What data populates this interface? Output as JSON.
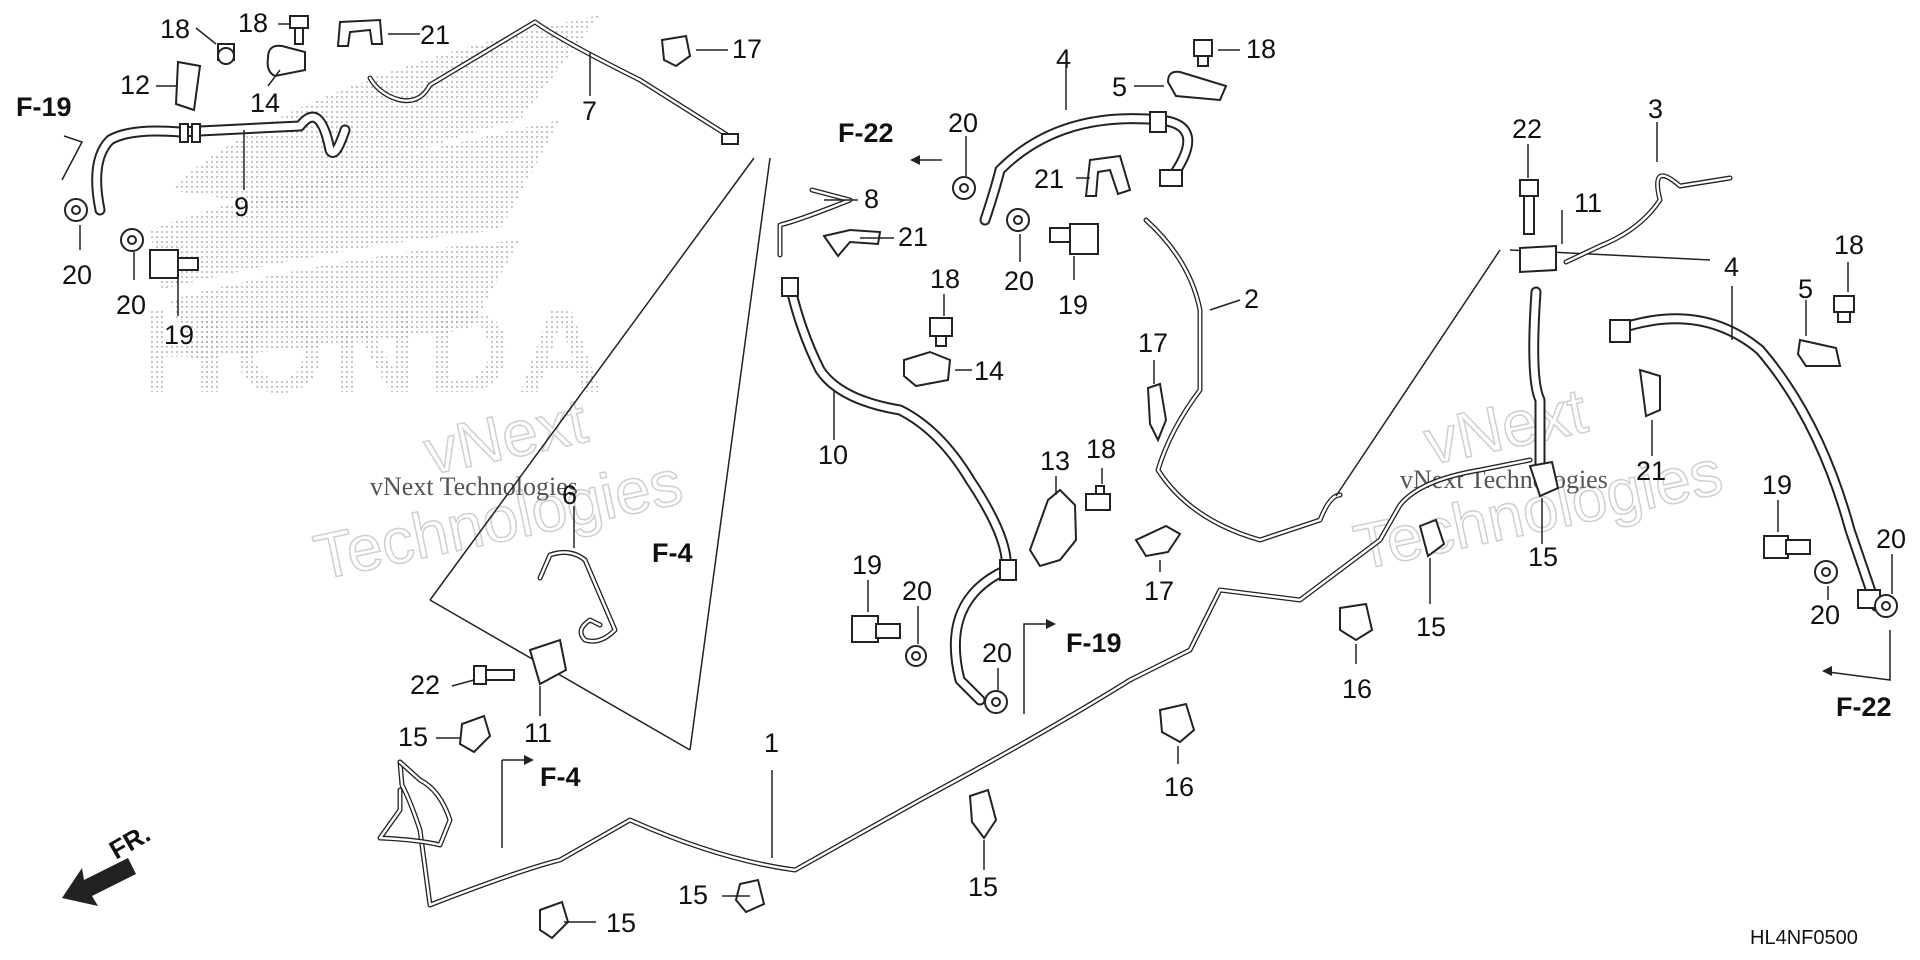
{
  "diagram_code": "HL4NF0500",
  "direction_label": "FR.",
  "brand_text": "HONDA",
  "watermark": {
    "large_1": "vNext",
    "large_2": "Technologies",
    "small": "vNext Technologies"
  },
  "references": {
    "f19_top_left": "F-19",
    "f22_top": "F-22",
    "f4_middle": "F-4",
    "f4_bottom": "F-4",
    "f19_middle": "F-19",
    "f22_right": "F-22"
  },
  "callouts": {
    "c18a": "18",
    "c18b": "18",
    "c21a": "21",
    "c17a": "17",
    "c12": "12",
    "c14a": "14",
    "c7": "7",
    "c9": "9",
    "c20a": "20",
    "c20b": "20",
    "c19a": "19",
    "c4a": "4",
    "c18c": "18",
    "c5a": "5",
    "c20c": "20",
    "c21b": "21",
    "c20d": "20",
    "c19b": "19",
    "c8": "8",
    "c21c": "21",
    "c18d": "18",
    "c14b": "14",
    "c10": "10",
    "c2": "2",
    "c17b": "17",
    "c13": "13",
    "c18e": "18",
    "c17c": "17",
    "c19c": "19",
    "c20e": "20",
    "c20f": "20",
    "c6": "6",
    "c22a": "22",
    "c11a": "11",
    "c15a": "15",
    "c1": "1",
    "c15b": "15",
    "c15c": "15",
    "c15d": "15",
    "c16a": "16",
    "c16b": "16",
    "c22b": "22",
    "c11b": "11",
    "c3": "3",
    "c15e": "15",
    "c15f": "15",
    "c18f": "18",
    "c4b": "4",
    "c5b": "5",
    "c21d": "21",
    "c19d": "19",
    "c20g": "20",
    "c20h": "20"
  }
}
